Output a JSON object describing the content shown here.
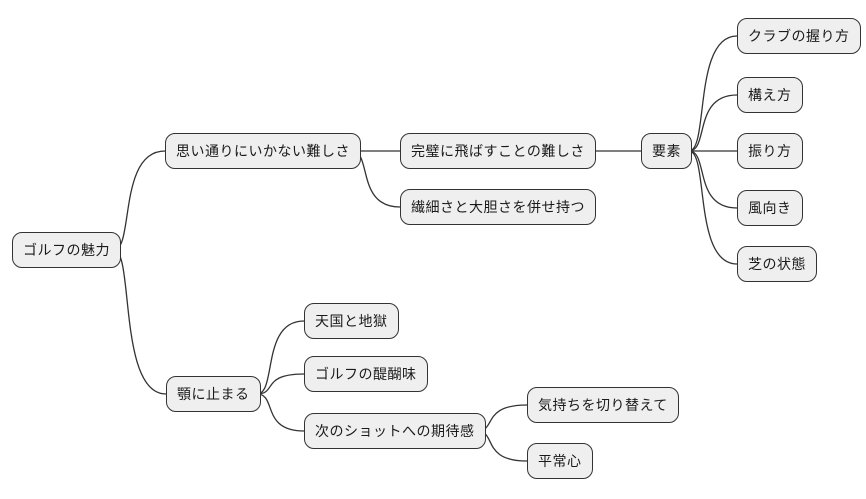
{
  "diagram": {
    "type": "mindmap",
    "direction": "left-to-right",
    "colors": {
      "background": "#ffffff",
      "node_fill": "#efefef",
      "node_border": "#333333",
      "edge": "#333333",
      "text": "#1a1a1a"
    }
  },
  "mindmap": {
    "label": "ゴルフの魅力",
    "children": [
      {
        "label": "思い通りにいかない難しさ",
        "children": [
          {
            "label": "完璧に飛ばすことの難しさ",
            "children": [
              {
                "label": "要素",
                "children": [
                  {
                    "label": "クラブの握り方"
                  },
                  {
                    "label": "構え方"
                  },
                  {
                    "label": "振り方"
                  },
                  {
                    "label": "風向き"
                  },
                  {
                    "label": "芝の状態"
                  }
                ]
              }
            ]
          },
          {
            "label": "繊細さと大胆さを併せ持つ"
          }
        ]
      },
      {
        "label": "顎に止まる",
        "children": [
          {
            "label": "天国と地獄"
          },
          {
            "label": "ゴルフの醍醐味"
          },
          {
            "label": "次のショットへの期待感",
            "children": [
              {
                "label": "気持ちを切り替えて"
              },
              {
                "label": "平常心"
              }
            ]
          }
        ]
      }
    ]
  }
}
